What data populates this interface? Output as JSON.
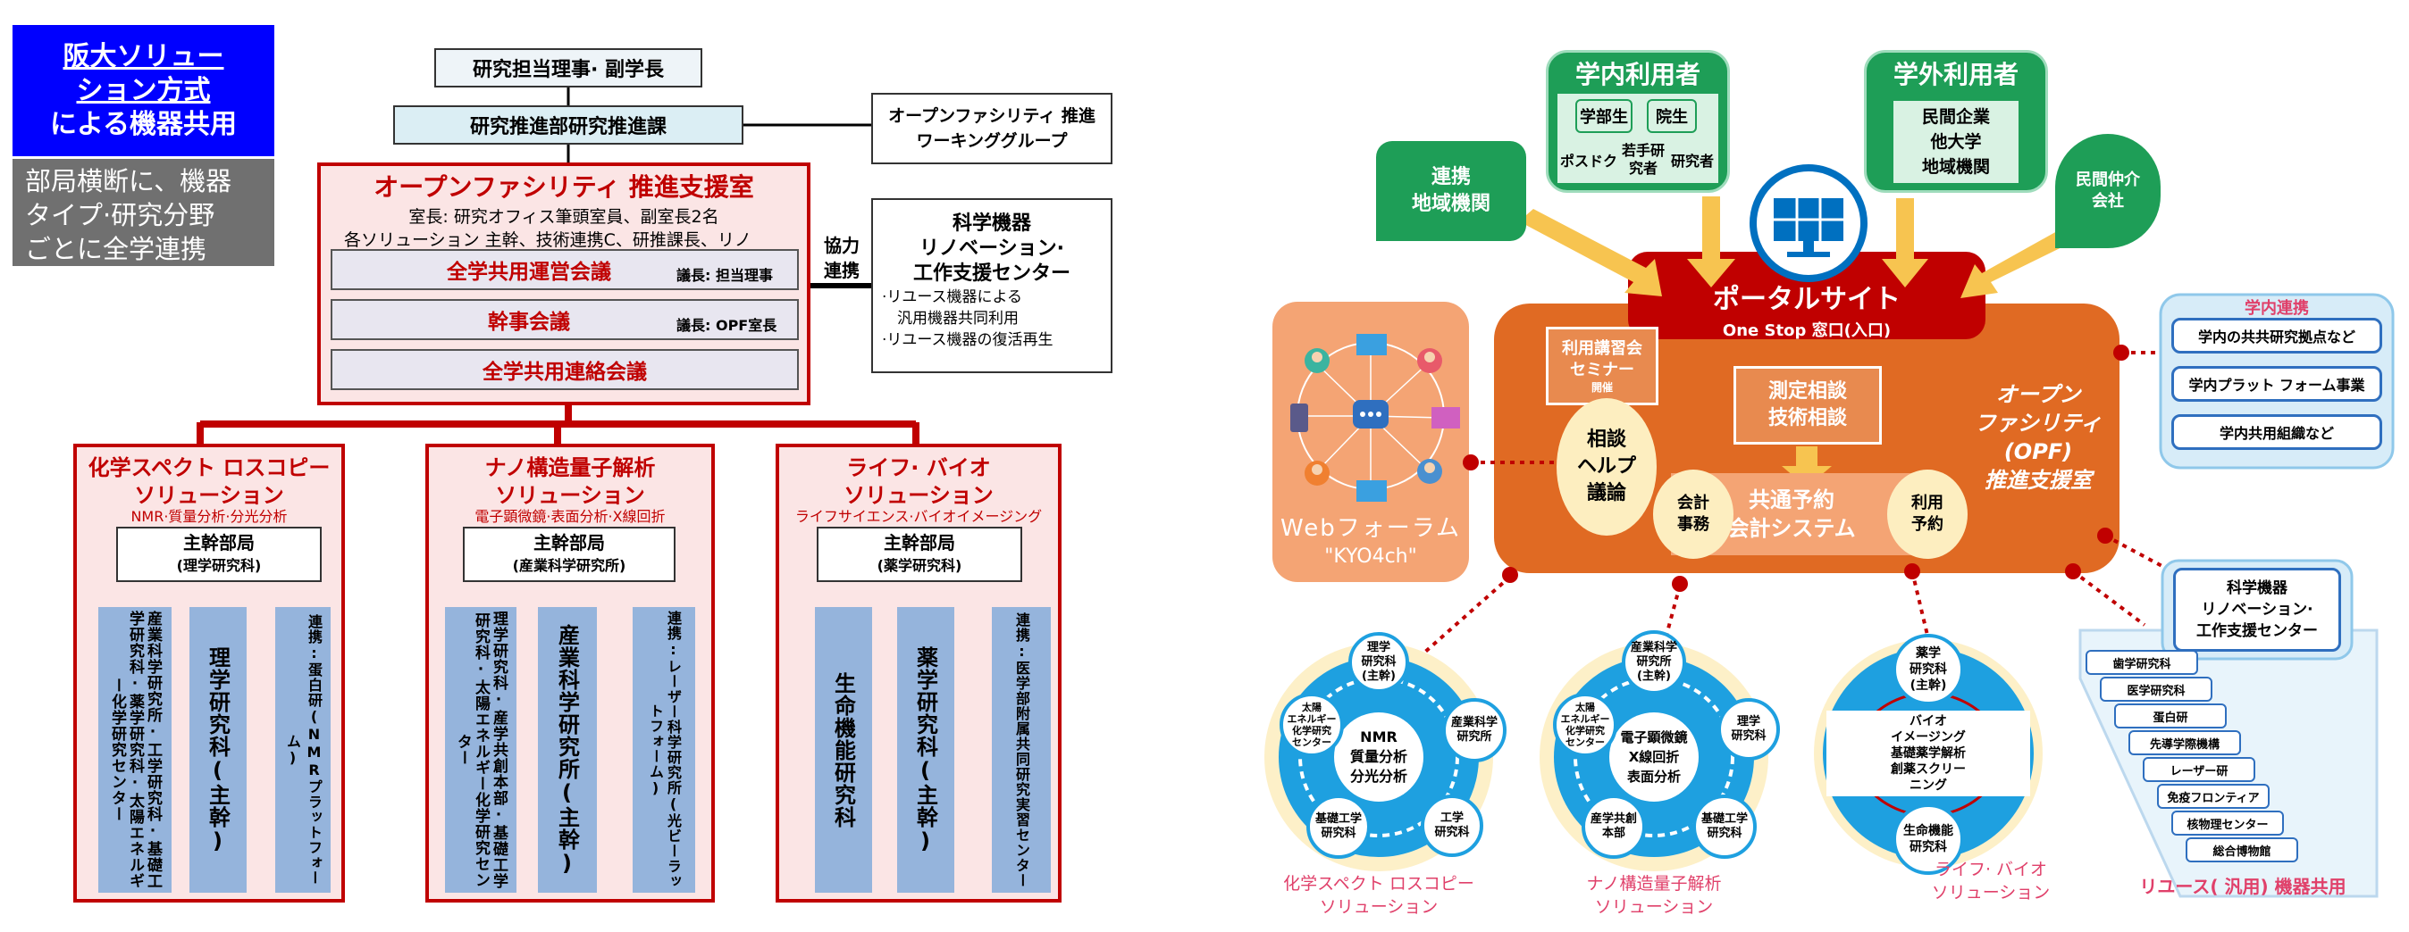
{
  "left": {
    "title_box": {
      "lines": [
        "阪大ソリュー",
        "ション方式",
        "による機器共用"
      ]
    },
    "desc_box": {
      "lines": [
        "部局横断に、機器",
        "タイプ·研究分野",
        "ごとに全学連携"
      ]
    },
    "top1": "研究担当理事· 副学長",
    "top2": "研究推進部研究推進課",
    "working_group": {
      "lines": [
        "オープンファシリティ 推進",
        "ワーキンググループ"
      ]
    },
    "support_office": {
      "title": "オープンファシリティ 推進支援室",
      "line1": "室長: 研究オフィス筆頭室員、副室長2名",
      "line2": "各ソリューション 主幹、技術連携C、研推課長、リノ",
      "meetings": [
        {
          "label": "全学共用運営会議",
          "chair": "議長: 担当理事"
        },
        {
          "label": "幹事会議",
          "chair": "議長: OPF室長"
        },
        {
          "label": "全学共用連絡会議",
          "chair": ""
        }
      ]
    },
    "coop_label": {
      "lines": [
        "協力",
        "連携"
      ]
    },
    "reno_center": {
      "title_lines": [
        "科学機器",
        "リノベーション·",
        "工作支援センター"
      ],
      "items": [
        "·リユース機器による",
        "　汎用機器共同利用",
        "·リユース機器の復活再生"
      ]
    },
    "solutions": [
      {
        "title1": "化学スペクト ロスコピー",
        "title2": "ソリューション",
        "sub": "NMR·質量分析·分光分析",
        "dept_head": "主幹部局",
        "dept_name": "(理学研究科)",
        "cols": [
          "産業科学研究所·工学研究科·基礎工学研究科·薬学研究科·太陽エネルギー化学研究センター",
          "理学研究科(主幹)",
          "連携:蛋白研(NMRプラットフォーム)"
        ]
      },
      {
        "title1": "ナノ構造量子解析",
        "title2": "ソリューション",
        "sub": "電子顕微鏡·表面分析·X線回折",
        "dept_head": "主幹部局",
        "dept_name": "(産業科学研究所)",
        "cols": [
          "理学研究科·産学共創本部·基礎工学研究科·太陽エネルギー化学研究センター",
          "産業科学研究所(主幹)",
          "連携:レーザー科学研究所(光ビーラットフォーム)"
        ]
      },
      {
        "title1": "ライフ· バイオ",
        "title2": "ソリューション",
        "sub": "ライフサイエンス·バイオイメージング",
        "dept_head": "主幹部局",
        "dept_name": "(薬学研究科)",
        "cols": [
          "生命機能研究科",
          "薬学研究科(主幹)",
          "連携:医学部附属共同研究実習センター"
        ]
      }
    ]
  },
  "right": {
    "internal_users": {
      "title": "学内利用者",
      "items": [
        "学部生",
        "院生",
        "ポスドク",
        "若手研究者",
        "研究者"
      ]
    },
    "external_users": {
      "title": "学外利用者",
      "lines": [
        "民間企業",
        "他大学",
        "地域機関"
      ]
    },
    "regional": {
      "lines": [
        "連携",
        "地域機関"
      ]
    },
    "broker": {
      "lines": [
        "民間仲介",
        "会社"
      ]
    },
    "portal": {
      "title": "ポータルサイト",
      "subtitle": "One Stop 窓口(入口)"
    },
    "seminar": {
      "lines": [
        "利用講習会",
        "セミナー"
      ],
      "small": "開催"
    },
    "consult": {
      "lines": [
        "測定相談",
        "技術相談"
      ]
    },
    "help": {
      "lines": [
        "相談",
        "ヘルプ",
        "議論"
      ]
    },
    "common": {
      "lines": [
        "共通予約",
        "会計システム"
      ]
    },
    "account": {
      "lines": [
        "会計",
        "事務"
      ]
    },
    "reserve": {
      "lines": [
        "利用",
        "予約"
      ]
    },
    "opf": {
      "lines": [
        "オープン",
        "ファシリティ",
        "(OPF)",
        "推進支援室"
      ]
    },
    "forum": {
      "title": "Webフォーラム",
      "sub": "\"KYO4ch\""
    },
    "campus": {
      "title": "学内連携",
      "items": [
        "学内の共共研究拠点など",
        "学内プラット フォーム事業",
        "学内共用組織など"
      ]
    },
    "reno": {
      "lines": [
        "科学機器",
        "リノベーション·",
        "工作支援センター"
      ]
    },
    "reuse_list": [
      "歯学研究科",
      "医学研究科",
      "蛋白研",
      "先導学際機構",
      "レーザー研",
      "免疫フロンティア",
      "核物理センター",
      "総合博物館"
    ],
    "reuse_caption": "リユース( 汎用) 機器共用",
    "wheels": [
      {
        "center": [
          "NMR",
          "質量分析",
          "分光分析"
        ],
        "nodes": [
          [
            "理学",
            "研究科",
            "(主幹)"
          ],
          [
            "産業科学",
            "研究所"
          ],
          [
            "工学",
            "研究科"
          ],
          [
            "基礎工学",
            "研究科"
          ],
          [
            "太陽",
            "エネルギー",
            "化学研究",
            "センター"
          ]
        ],
        "caption": [
          "化学スペクト ロスコピー",
          "ソリューション"
        ]
      },
      {
        "center": [
          "電子顕微鏡",
          "X線回折",
          "表面分析"
        ],
        "nodes": [
          [
            "産業科学",
            "研究所",
            "(主幹)"
          ],
          [
            "理学",
            "研究科"
          ],
          [
            "基礎工学",
            "研究科"
          ],
          [
            "産学共創",
            "本部"
          ],
          [
            "太陽",
            "エネルギー",
            "化学研究",
            "センター"
          ]
        ],
        "caption": [
          "ナノ構造量子解析",
          "ソリューション"
        ]
      },
      {
        "top": [
          "薬学",
          "研究科",
          "(主幹)"
        ],
        "middle": [
          "バイオ",
          "イメージング",
          "基礎薬学解析",
          "創薬スクリー",
          "ニング"
        ],
        "bottom": [
          "生命機能",
          "研究科"
        ],
        "caption": [
          "ライフ· バイオ",
          "ソリューション"
        ]
      }
    ]
  }
}
